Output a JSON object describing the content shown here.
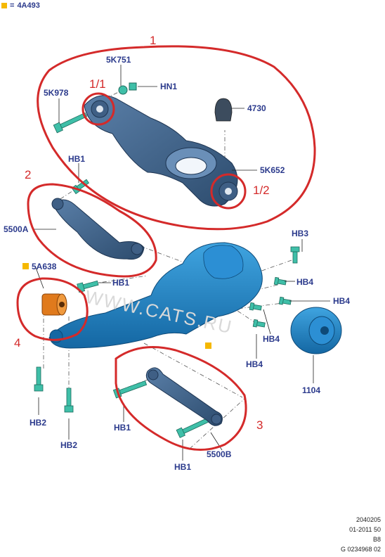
{
  "header": {
    "equals": "=",
    "code": "4A493"
  },
  "part_labels": {
    "p5K751": "5K751",
    "p5K978": "5K978",
    "pHN1": "HN1",
    "p4730": "4730",
    "p5K652": "5K652",
    "pHB1_top": "HB1",
    "p5500A": "5500A",
    "pHB3": "HB3",
    "p5A638": "5A638",
    "pHB1_mid": "HB1",
    "pHB4_a": "HB4",
    "pHB4_b": "HB4",
    "pHB4_c": "HB4",
    "pHB4_d": "HB4",
    "p1104": "1104",
    "pHB2_left": "HB2",
    "pHB2_right": "HB2",
    "pHB1_lower": "HB1",
    "pHB1_bottom": "HB1",
    "p5500B": "5500B"
  },
  "callouts": {
    "c1": "1",
    "c1_1": "1/1",
    "c1_2": "1/2",
    "c2": "2",
    "c3": "3",
    "c4": "4"
  },
  "watermark": "WWW.CATS.RU",
  "footer": {
    "line1": "2040205",
    "line2": "01-2011 50",
    "line3": "B8",
    "line4": "G 0234968 02"
  },
  "colors": {
    "part_blue": "#1f86c8",
    "part_dark": "#15527a",
    "bolt_teal": "#3fbfa8",
    "bushing_orange": "#e07a1c",
    "annotation_red": "#d42a2a",
    "label_blue": "#2b3a8c",
    "accent_yellow": "#f5b800"
  }
}
